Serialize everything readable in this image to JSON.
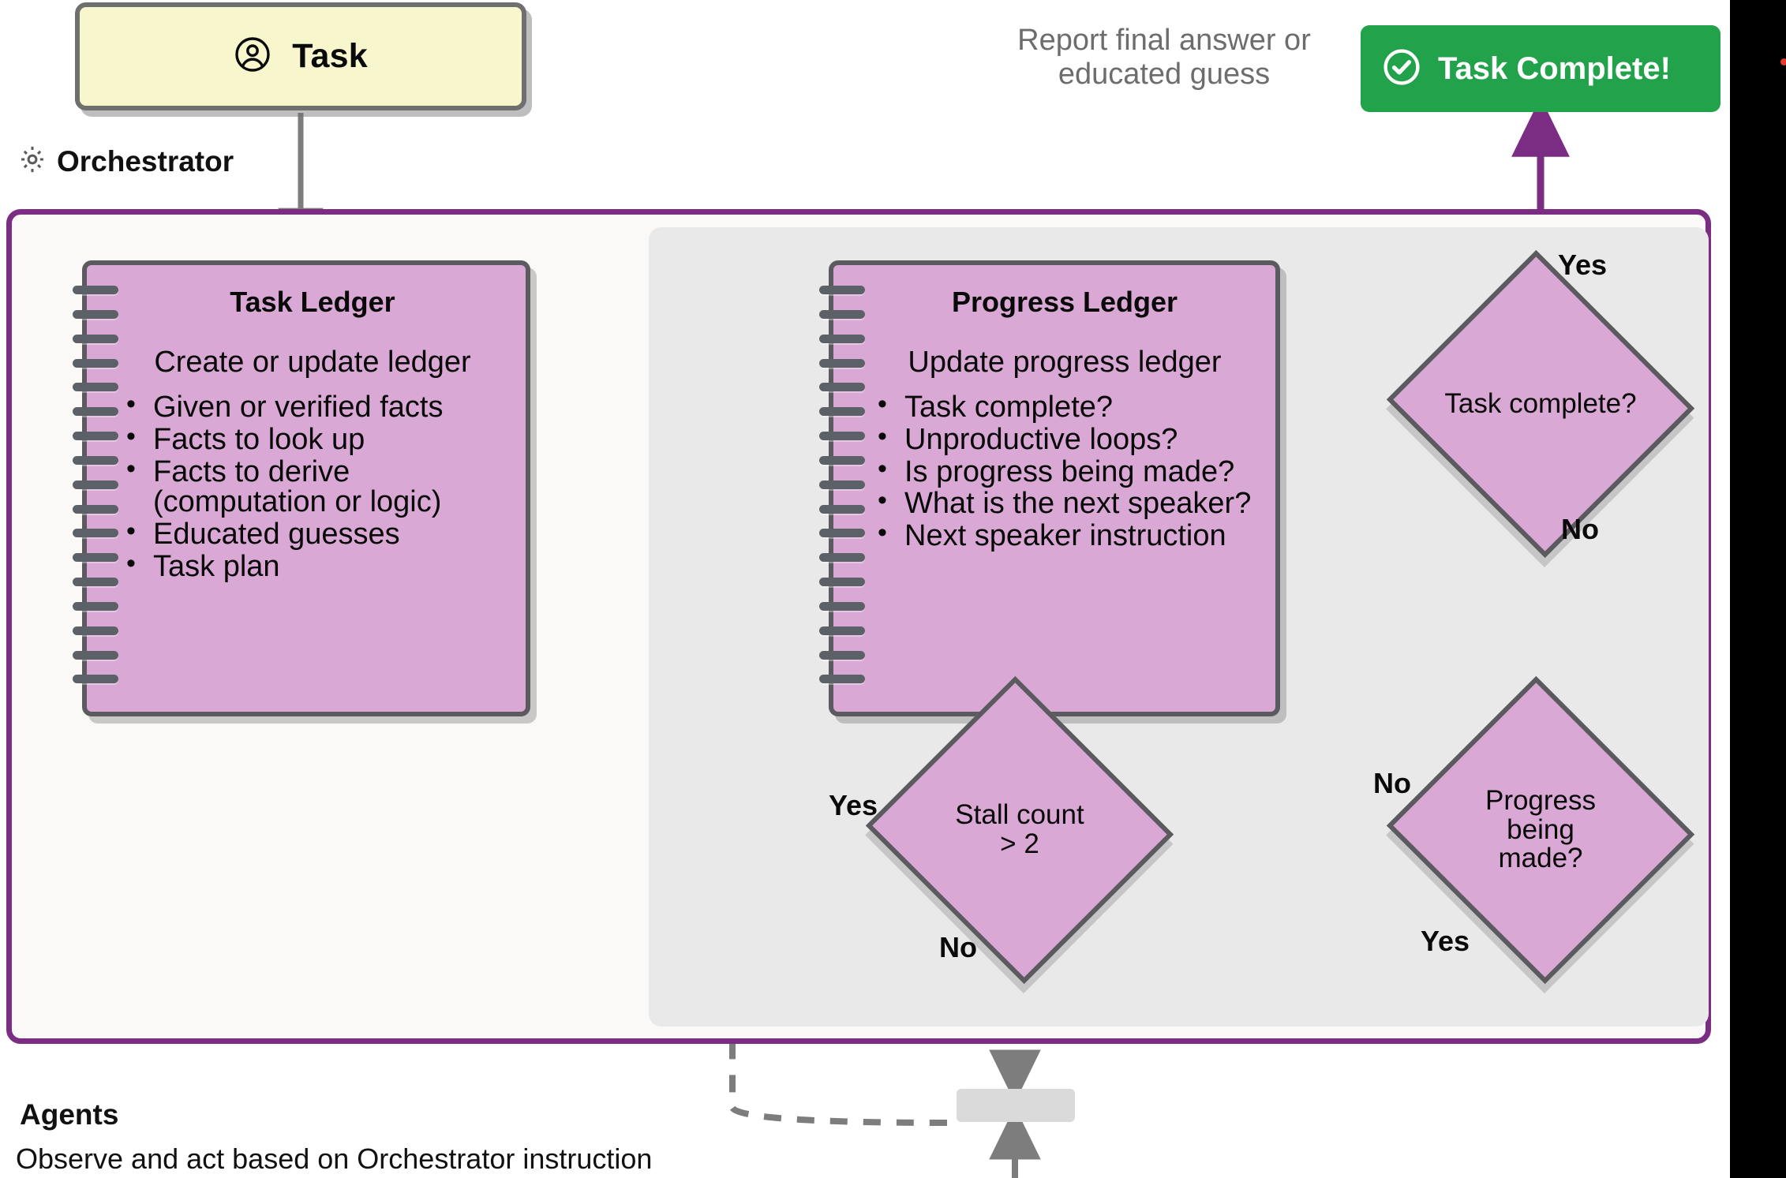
{
  "task_card": {
    "label": "Task",
    "icon": "user-circle-icon"
  },
  "orchestrator": {
    "caption": "Orchestrator",
    "icon": "gear-icon"
  },
  "task_ledger": {
    "title": "Task Ledger",
    "subtitle": "Create or update ledger",
    "items": [
      "Given or verified facts",
      "Facts to look up",
      "Facts to derive (computation or logic)",
      "Educated guesses",
      "Task plan"
    ]
  },
  "progress_ledger": {
    "title": "Progress Ledger",
    "subtitle": "Update progress ledger",
    "items": [
      "Task complete?",
      "Unproductive loops?",
      "Is progress being made?",
      "What is the next speaker?",
      "Next speaker instruction"
    ]
  },
  "decisions": {
    "task_complete": {
      "text": "Task complete?",
      "yes": "Yes",
      "no": "No"
    },
    "progress_made": {
      "text": "Progress being made?",
      "yes": "Yes",
      "no": "No"
    },
    "stall_count": {
      "text": "Stall count > 2",
      "yes": "Yes",
      "no": "No"
    }
  },
  "outcome": {
    "note": "Report final answer or educated guess",
    "badge_label": "Task Complete!",
    "badge_icon": "check-circle-icon",
    "badge_color": "#22a24b"
  },
  "agents": {
    "title": "Agents",
    "subtitle": "Observe and act based on Orchestrator instruction"
  },
  "colors": {
    "accent_purple": "#7b2d84",
    "ledger_fill": "#d9a8d4",
    "ledger_stroke": "#5a5a5f",
    "task_fill": "#f7f6cd",
    "panel_fill": "#e9e9e9",
    "edge_gray": "#7d7d7d",
    "success_green": "#22a24b"
  }
}
